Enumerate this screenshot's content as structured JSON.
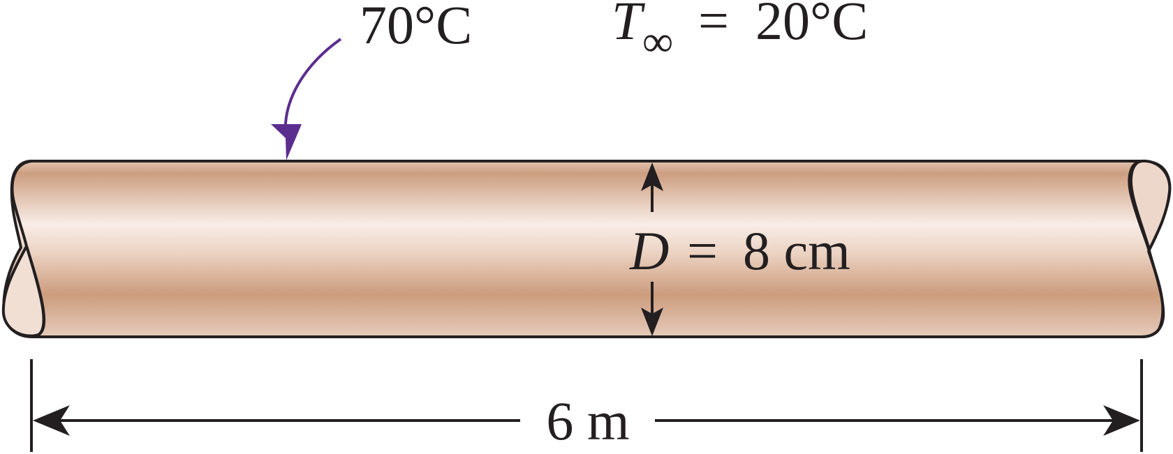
{
  "surface_temperature": "70°C",
  "ambient": {
    "symbol": "T",
    "subscript": "∞",
    "equals": "=",
    "value": "20°C"
  },
  "diameter": {
    "symbol": "D",
    "equals": "=",
    "value": "8 cm"
  },
  "length": "6 m",
  "colors": {
    "pipe_dark": "#cb9b7c",
    "pipe_light": "#f8ece6",
    "pipe_end": "#f0dccf",
    "outline": "#231f20",
    "pointer_arrow": "#5b2d8e"
  }
}
